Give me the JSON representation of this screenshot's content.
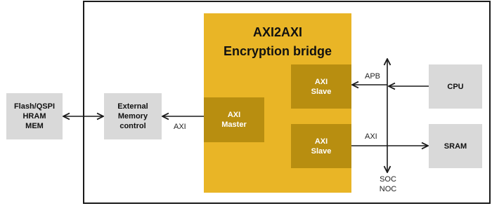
{
  "bridge": {
    "title_line1": "AXI2AXI",
    "title_line2": "Encryption bridge"
  },
  "blocks": {
    "flash": [
      "Flash/QSPI",
      "HRAM",
      "MEM"
    ],
    "ext_mem": [
      "External",
      "Memory",
      "control"
    ],
    "axi_master": [
      "AXI",
      "Master"
    ],
    "axi_slave_top": [
      "AXI",
      "Slave"
    ],
    "axi_slave_bottom": [
      "AXI",
      "Slave"
    ],
    "cpu": "CPU",
    "sram": "SRAM"
  },
  "labels": {
    "axi_left": "AXI",
    "apb": "APB",
    "axi_right": "AXI",
    "soc": "SOC",
    "noc": "NOC"
  },
  "colors": {
    "bridge": "#e9b526",
    "inner_block": "#b88e10",
    "external_block": "#d9d9d9",
    "line": "#1a1a1a"
  }
}
